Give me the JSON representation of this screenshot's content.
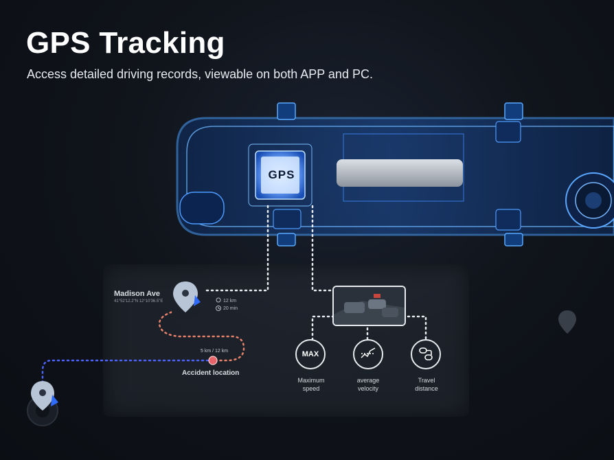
{
  "header": {
    "title": "GPS Tracking",
    "subtitle": "Access detailed driving records, viewable on both APP and PC."
  },
  "device": {
    "chip_label": "GPS"
  },
  "map": {
    "street": "Madison Ave",
    "coordinates": "41°52'12.2\"N  12°10'36.5\"E",
    "distance_total": "12 km",
    "duration": "20 min",
    "distance_progress": "5 km / 12 km",
    "accident_label": "Accident location"
  },
  "metrics": {
    "max_speed_icon_text": "MAX",
    "max_speed": "Maximum\nspeed",
    "average_velocity": "average\nvelocity",
    "travel_distance": "Travel\ndistance"
  },
  "colors": {
    "accent_blue": "#2f7bff",
    "route_orange": "#e8826a",
    "route_blue": "#3f59ff",
    "accident_dot": "#e5646a"
  },
  "icons": {
    "pin": "location-pin-icon",
    "clock": "clock-icon",
    "speed": "max-speed-icon",
    "velocity": "velocity-icon",
    "distance": "route-distance-icon"
  }
}
